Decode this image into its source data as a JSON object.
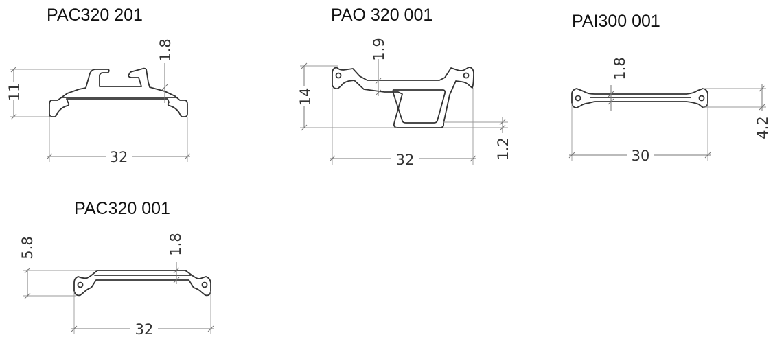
{
  "profiles": [
    {
      "code": "PAC320 201",
      "dims": {
        "width": "32",
        "height": "11",
        "thickness": "1.8"
      }
    },
    {
      "code": "PAO 320 001",
      "dims": {
        "width": "32",
        "height": "14",
        "thickness": "1.9",
        "bottom": "1.2"
      }
    },
    {
      "code": "PAI300 001",
      "dims": {
        "width": "30",
        "height": "4.2",
        "thickness": "1.8"
      }
    },
    {
      "code": "PAC320 001",
      "dims": {
        "width": "32",
        "height": "5.8",
        "thickness": "1.8"
      }
    }
  ],
  "colors": {
    "line": "#333333",
    "text": "#111111",
    "background": "#ffffff"
  }
}
